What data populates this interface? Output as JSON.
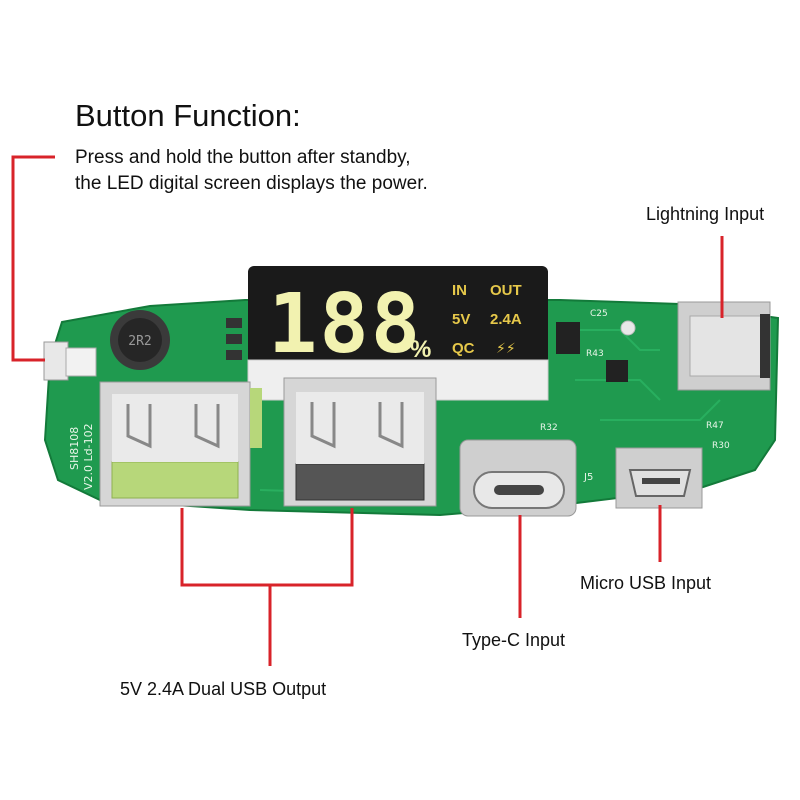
{
  "title": "Button Function:",
  "description": {
    "line1": "Press and hold the button after standby,",
    "line2": "the LED digital screen displays the power."
  },
  "labels": {
    "lightning": "Lightning Input",
    "micro_usb": "Micro USB Input",
    "type_c": "Type-C Input",
    "dual_usb": "5V 2.4A Dual USB Output"
  },
  "display": {
    "digits": "188",
    "percent": "%",
    "in": "IN",
    "out": "OUT",
    "voltage": "5V",
    "current": "2.4A",
    "qc": "QC",
    "bolt": "⚡⚡"
  },
  "silkscreen": {
    "inductor": "2R2",
    "model": "SH8108",
    "board_id": "V2.0 Ld-102",
    "j5": "J5",
    "c25": "C25",
    "r43": "R43",
    "r47": "R47",
    "r30": "R30",
    "r32": "R32"
  },
  "colors": {
    "pcb": "#1f9a4f",
    "pcb_dark": "#137a3a",
    "callout": "#d8232a",
    "display_bg": "#1a1a1a",
    "digit": "#f2f2b0",
    "display_text": "#e6c84a"
  }
}
